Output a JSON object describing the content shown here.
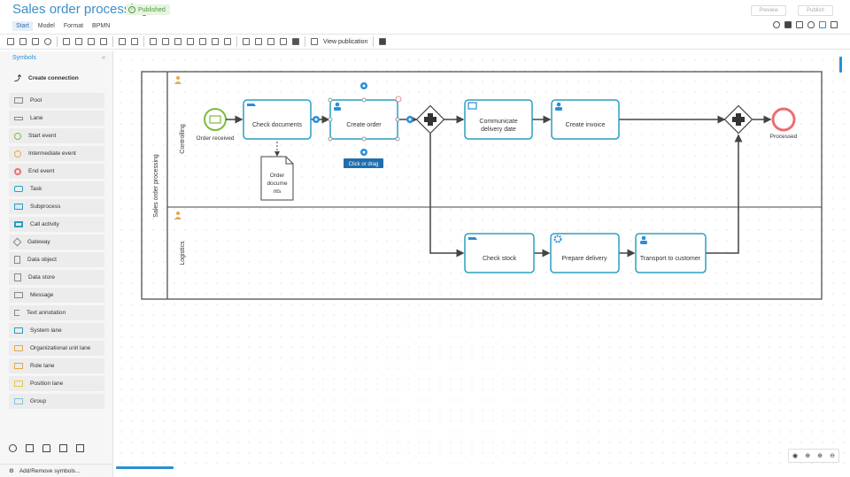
{
  "header": {
    "title": "Sales order processing",
    "status": "Published",
    "tabs": [
      "Start",
      "Model",
      "Format",
      "BPMN"
    ],
    "preview": "Preview",
    "publish": "Publish"
  },
  "toolbar": {
    "view_publication": "View publication"
  },
  "sidebar": {
    "title": "Symbols",
    "collapse": "«",
    "create_connection": "Create connection",
    "items": [
      "Pool",
      "Lane",
      "Start event",
      "Intermediate event",
      "End event",
      "Task",
      "Subprocess",
      "Call activity",
      "Gateway",
      "Data object",
      "Data store",
      "Message",
      "Text annotation",
      "System lane",
      "Organizational unit lane",
      "Role lane",
      "Position lane",
      "Group"
    ],
    "add_remove": "Add/Remove symbols..."
  },
  "diagram": {
    "pool": "Sales order processing",
    "lanes": [
      "Controlling",
      "Logistics"
    ],
    "start_event": "Order received",
    "tasks": {
      "check_documents": "Check documents",
      "create_order": "Create order",
      "communicate": [
        "Communicate",
        "delivery date"
      ],
      "create_invoice": "Create invoice",
      "check_stock": "Check stock",
      "prepare_delivery": "Prepare delivery",
      "transport": "Transport to customer"
    },
    "data_object": [
      "Order",
      "docume",
      "nts"
    ],
    "end_event": "Processed",
    "tooltip": "Click or drag"
  },
  "colors": {
    "accent": "#2a8ed6",
    "task_border": "#2a9fc0",
    "start": "#7dbb3e",
    "end": "#e8706f",
    "title": "#3d8fc6"
  }
}
